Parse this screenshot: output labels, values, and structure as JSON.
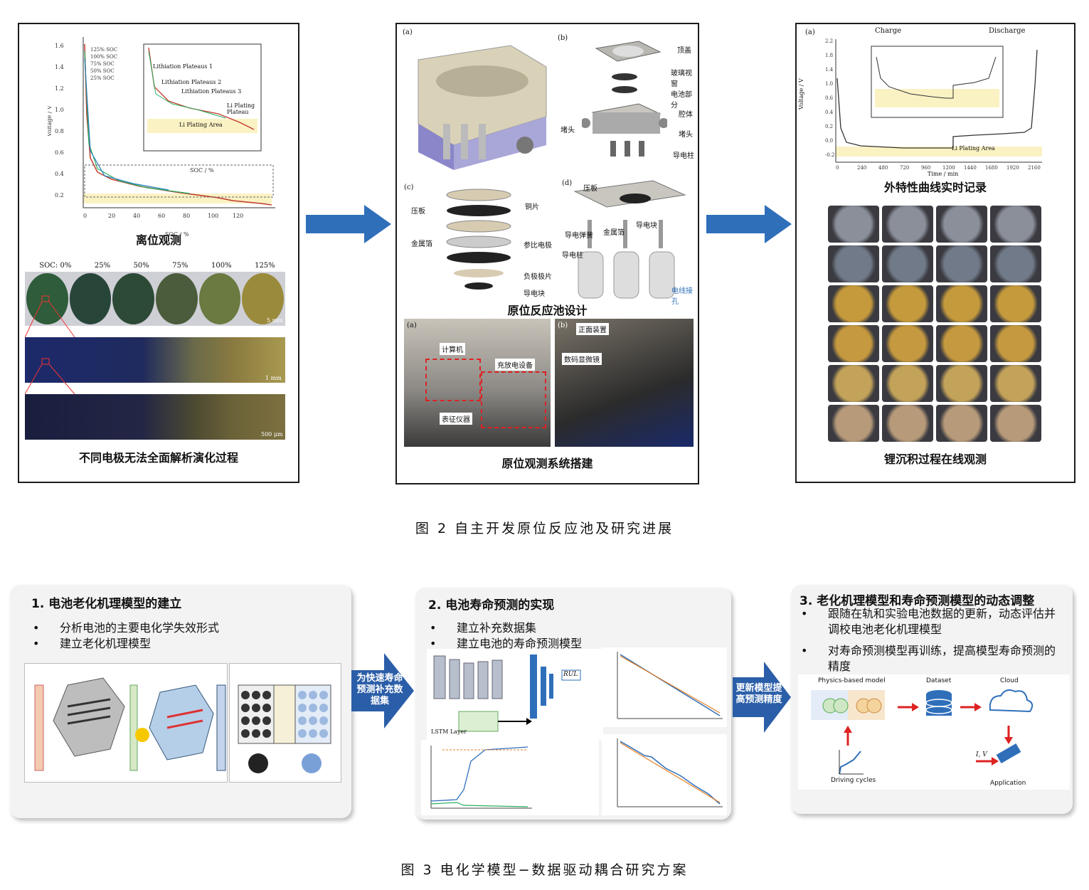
{
  "figure2": {
    "caption": "图 2  自主开发原位反应池及研究进展",
    "left_panel": {
      "caption_chart": "离位观测",
      "caption_images": "不同电极无法全面解析演化过程",
      "chart_inset_labels": [
        "Lithiation Plateaus 1",
        "Lithiation Plateaus 2",
        "Lithiation Plateaus 3",
        "Li Plating Plateau",
        "Li Plating Area"
      ],
      "soc_headers": [
        "SOC: 0%",
        "25%",
        "50%",
        "75%",
        "100%",
        "125%"
      ],
      "scale_labels": [
        "5 mm",
        "1 mm",
        "500 μm"
      ]
    },
    "middle_panel": {
      "caption_design": "原位反应池设计",
      "caption_system": "原位观测系统搭建",
      "part_labels_b": [
        "顶盖",
        "玻璃视窗",
        "电池部分",
        "腔体",
        "堵头",
        "堵头",
        "导电柱"
      ],
      "part_labels_c": [
        "压板",
        "铜片",
        "金属箔",
        "参比电极",
        "负极极片",
        "导电块"
      ],
      "part_labels_d": [
        "压板",
        "导电弹簧",
        "金属箔",
        "导电块",
        "导电柱",
        "电线接孔"
      ],
      "photo_labels_a": [
        "计算机",
        "充放电设备",
        "表征仪器"
      ],
      "photo_labels_b": [
        "正面装置",
        "数码显微镜"
      ],
      "sublabels": [
        "(a)",
        "(b)",
        "(c)",
        "(d)",
        "(a)",
        "(b)"
      ]
    },
    "right_panel": {
      "caption_curve": "外特性曲线实时记录",
      "caption_grid": "锂沉积过程在线观测",
      "chart_labels": {
        "charge": "Charge",
        "discharge": "Discharge",
        "li_plating_area": "Li Plating Area",
        "time_axis": "Time / min",
        "voltage_axis": "Voltage / V",
        "sublabel": "(a)"
      }
    }
  },
  "figure3": {
    "caption": "图 3 电化学模型−数据驱动耦合研究方案",
    "card1": {
      "title": "1. 电池老化机理模型的建立",
      "bullets": [
        "分析电池的主要电化学失效形式",
        "建立老化机理模型"
      ]
    },
    "arrow1": "为快速寿命预测补充数据集",
    "card2": {
      "title": "2. 电池寿命预测的实现",
      "bullets": [
        "建立补充数据集",
        "建立电池的寿命预测模型"
      ],
      "rul_label": "RUL",
      "lstm_label": "LSTM Layer"
    },
    "arrow2": "更新模型提高预测精度",
    "card3": {
      "title": "3. 老化机理模型和寿命预测模型的动态调整",
      "bullets": [
        "跟随在轨和实验电池数据的更新，动态评估并调校电池老化机理模型",
        "对寿命预测模型再训练，提高模型寿命预测的精度"
      ],
      "flow": {
        "physics": "Physics-based model",
        "dataset": "Dataset",
        "cloud": "Cloud",
        "driving": "Driving cycles",
        "application": "Application",
        "iv": "I, V"
      }
    }
  },
  "colors": {
    "arrow_blue": "#2f6fba",
    "plating_yellow": "#fbf2c4",
    "card_bg": "#f3f3f3"
  }
}
